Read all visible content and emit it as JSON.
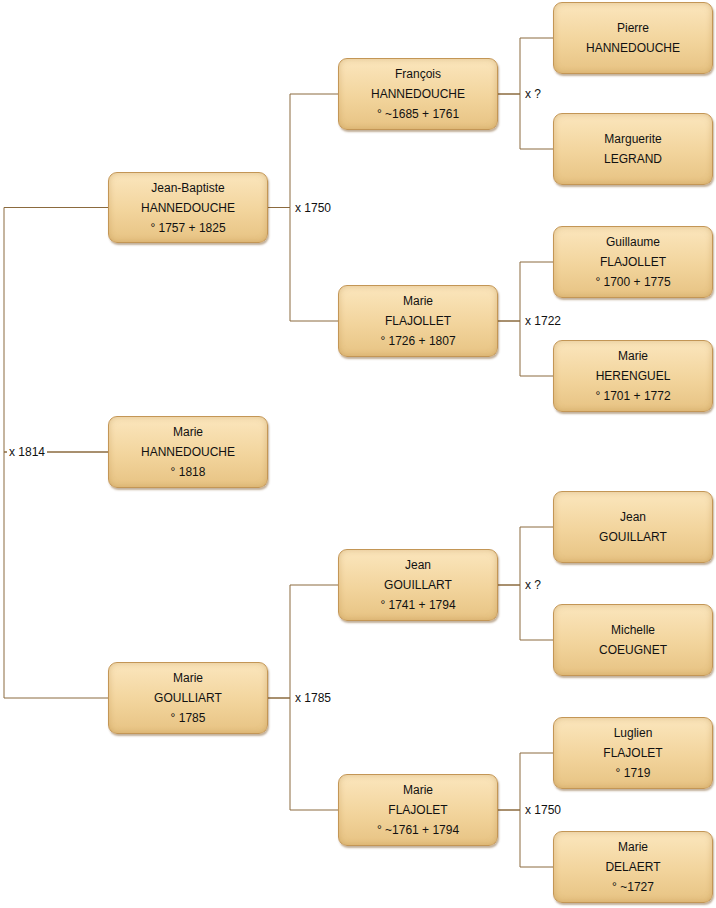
{
  "diagram": {
    "nodes": [
      {
        "text": [
          "Jean-Baptiste",
          "HANNEDOUCHE",
          "° 1757 + 1825"
        ]
      },
      {
        "text": [
          "Marie",
          "HANNEDOUCHE",
          "° 1818"
        ]
      },
      {
        "text": [
          "Marie",
          "GOULLIART",
          "° 1785"
        ]
      },
      {
        "text": [
          "François",
          "HANNEDOUCHE",
          "° ~1685 + 1761"
        ]
      },
      {
        "text": [
          "Marie",
          "FLAJOLLET",
          "° 1726 + 1807"
        ]
      },
      {
        "text": [
          "Jean",
          "GOUILLART",
          "° 1741 + 1794"
        ]
      },
      {
        "text": [
          "Marie",
          "FLAJOLET",
          "° ~1761 + 1794"
        ]
      },
      {
        "text": [
          "Pierre",
          "HANNEDOUCHE"
        ]
      },
      {
        "text": [
          "Marguerite",
          "LEGRAND"
        ]
      },
      {
        "text": [
          "Guillaume",
          "FLAJOLLET",
          "° 1700 + 1775"
        ]
      },
      {
        "text": [
          "Marie",
          "HERENGUEL",
          "° 1701 + 1772"
        ]
      },
      {
        "text": [
          "Jean",
          "GOUILLART"
        ]
      },
      {
        "text": [
          "Michelle",
          "COEUGNET"
        ]
      },
      {
        "text": [
          "Luglien",
          "FLAJOLET",
          "° 1719"
        ]
      },
      {
        "text": [
          "Marie",
          "DELAERT",
          "° ~1727"
        ]
      }
    ],
    "edges": [
      {
        "from": 0,
        "to": 1,
        "arrow": "none",
        "label": "x 1814"
      },
      {
        "from": 2,
        "to": 1,
        "arrow": "none"
      },
      {
        "from": 3,
        "to": 0,
        "arrow": "none",
        "label": "x 1750"
      },
      {
        "from": 4,
        "to": 0,
        "arrow": "none"
      },
      {
        "from": 5,
        "to": 2,
        "arrow": "none",
        "label": "x 1785"
      },
      {
        "from": 6,
        "to": 2,
        "arrow": "none"
      },
      {
        "from": 7,
        "to": 3,
        "arrow": "none",
        "label": "x ?"
      },
      {
        "from": 8,
        "to": 3,
        "arrow": "none"
      },
      {
        "from": 9,
        "to": 4,
        "arrow": "none",
        "label": "x 1722"
      },
      {
        "from": 10,
        "to": 4,
        "arrow": "none"
      },
      {
        "from": 11,
        "to": 5,
        "arrow": "none",
        "label": "x ?"
      },
      {
        "from": 12,
        "to": 5,
        "arrow": "none"
      },
      {
        "from": 13,
        "to": 6,
        "arrow": "none",
        "label": "x 1750"
      },
      {
        "from": 14,
        "to": 6,
        "arrow": "none"
      }
    ]
  }
}
